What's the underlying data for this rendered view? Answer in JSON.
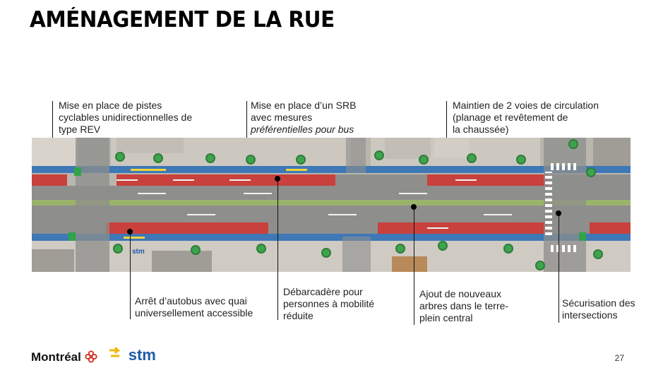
{
  "title": "AMÉNAGEMENT DE LA RUE",
  "callouts": {
    "bike": {
      "line1": "Mise en place de pistes",
      "line2": "cyclables unidirectionnelles de",
      "line3": "type REV"
    },
    "srb": {
      "line1": "Mise en place d’un SRB",
      "line2": "avec mesures",
      "line3": "préférentielles pour bus"
    },
    "lanes": {
      "line1": "Maintien de 2 voies de circulation",
      "line2": "(planage et revêtement de",
      "line3": "la chaussée)"
    },
    "stop": {
      "line1": "Arrêt d’autobus avec quai",
      "line2": "universellement accessible"
    },
    "dropoff": {
      "line1": "Débarcadère pour",
      "line2": "personnes à mobilité",
      "line3": "réduite"
    },
    "trees": {
      "line1": "Ajout de nouveaux",
      "line2": "arbres dans le terre-",
      "line3": "plein central"
    },
    "safety": {
      "line1": "Sécurisation des",
      "line2": "intersections"
    }
  },
  "footer": {
    "montreal_logo": "Montréal",
    "stm_logo": "stm",
    "page_number": "27"
  },
  "map": {
    "stop_label": "stm",
    "colors": {
      "bus_lane": "#c8413c",
      "bike_lane": "#3e78b6",
      "median": "#9ab36a",
      "tree": "#3fa34d"
    }
  }
}
